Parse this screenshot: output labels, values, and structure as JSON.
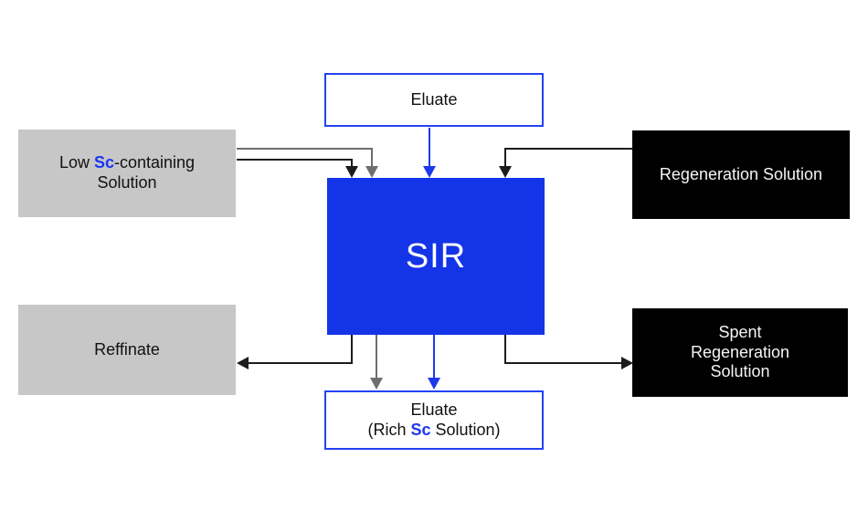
{
  "colors": {
    "blue_fill": "#1434e8",
    "blue_border": "#2342f4",
    "blue_text": "#1b36f2",
    "blue_arrow": "#1d39ec",
    "gray_box": "#c7c7c7",
    "gray_arrow": "#6e6e6e",
    "black_box": "#000000",
    "black_arrow": "#1c1c1c",
    "text_dark": "#111111",
    "text_light": "#f5f5f5"
  },
  "diagram": {
    "center": {
      "label": "SIR"
    },
    "top_input": {
      "label": "Eluate"
    },
    "left_input": {
      "line1_pre": "Low ",
      "line1_sc": "Sc",
      "line1_post": "-containing",
      "line2": "Solution"
    },
    "right_input": {
      "label": "Regeneration Solution"
    },
    "left_output": {
      "label": "Reffinate"
    },
    "bottom_output": {
      "line1": "Eluate",
      "line2_pre": "(Rich ",
      "line2_sc": "Sc",
      "line2_post": " Solution)"
    },
    "right_output": {
      "label": "Spent\nRegeneration\nSolution"
    }
  }
}
